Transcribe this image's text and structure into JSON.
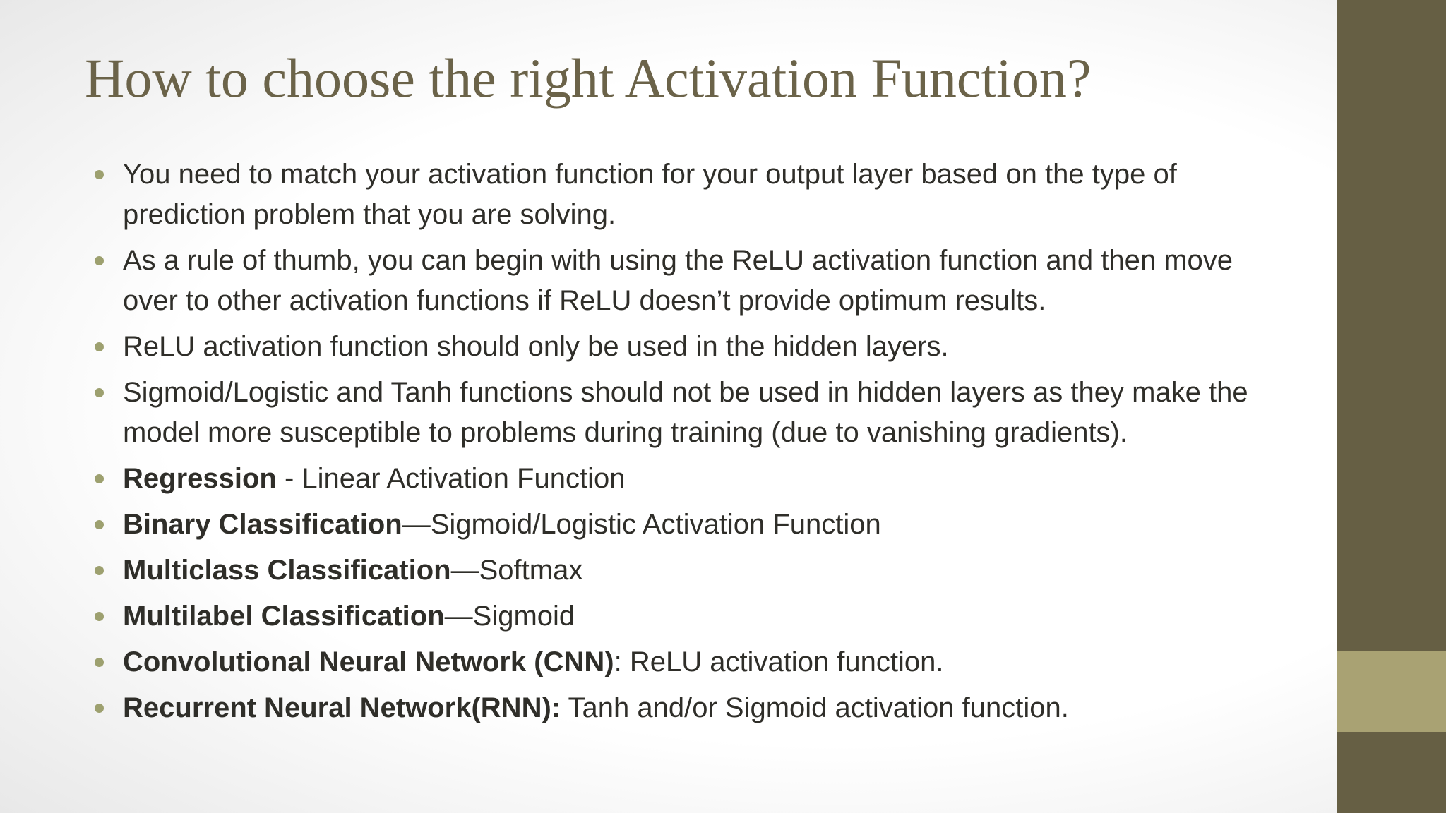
{
  "slide": {
    "title": "How to choose the right Activation Function?",
    "bullets": [
      {
        "bold": "",
        "rest": "You need to match your activation function for your output layer based on the type of prediction problem that you are solving."
      },
      {
        "bold": "",
        "rest": "As a rule of thumb, you can begin with using the ReLU activation function and then move over to other activation functions if ReLU doesn’t provide optimum results."
      },
      {
        "bold": "",
        "rest": "ReLU activation function should only be used in the hidden layers."
      },
      {
        "bold": "",
        "rest": "Sigmoid/Logistic and Tanh functions should not be used in hidden layers as they make the model more susceptible to problems during training (due to vanishing gradients)."
      },
      {
        "bold": "Regression",
        "rest": " - Linear Activation Function"
      },
      {
        "bold": "Binary Classification",
        "rest": "—Sigmoid/Logistic Activation Function"
      },
      {
        "bold": "Multiclass Classification",
        "rest": "—Softmax"
      },
      {
        "bold": "Multilabel Classification",
        "rest": "—Sigmoid"
      },
      {
        "bold": "Convolutional Neural Network (CNN)",
        "rest": ": ReLU activation function."
      },
      {
        "bold": "Recurrent Neural Network(RNN):",
        "rest": " Tanh and/or Sigmoid activation function."
      }
    ],
    "theme": {
      "title_color": "#6b6349",
      "body_text_color": "#2f2e29",
      "bullet_dot_color": "#9da06f",
      "sidebar_color": "#665f44",
      "sidebar_accent_color": "#a9a273",
      "background_edge_color": "#d7d7d7",
      "background_center_color": "#ffffff"
    }
  }
}
